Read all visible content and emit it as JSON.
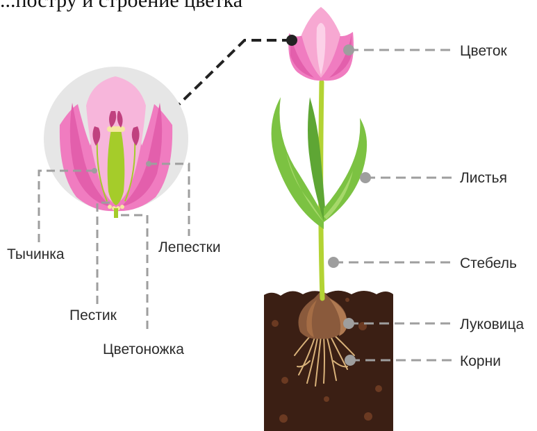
{
  "top_text": "...постру и строение цветка",
  "labels": {
    "flower": "Цветок",
    "leaves": "Листья",
    "stem": "Стебель",
    "bulb": "Луковица",
    "roots": "Корни",
    "stamen": "Тычинка",
    "petals": "Лепестки",
    "pistil": "Пестик",
    "peduncle": "Цветоножка"
  },
  "colors": {
    "petal_pink": "#f07cc0",
    "petal_light": "#f7b6db",
    "leaf_green": "#7cc242",
    "leaf_dark": "#4f9a2b",
    "stem_green": "#b3d334",
    "soil": "#3b1f14",
    "bulb": "#8a5a3c",
    "leader_line": "#9e9e9e",
    "callout_bg": "#e6e6e6",
    "marker_dark": "#222222"
  }
}
